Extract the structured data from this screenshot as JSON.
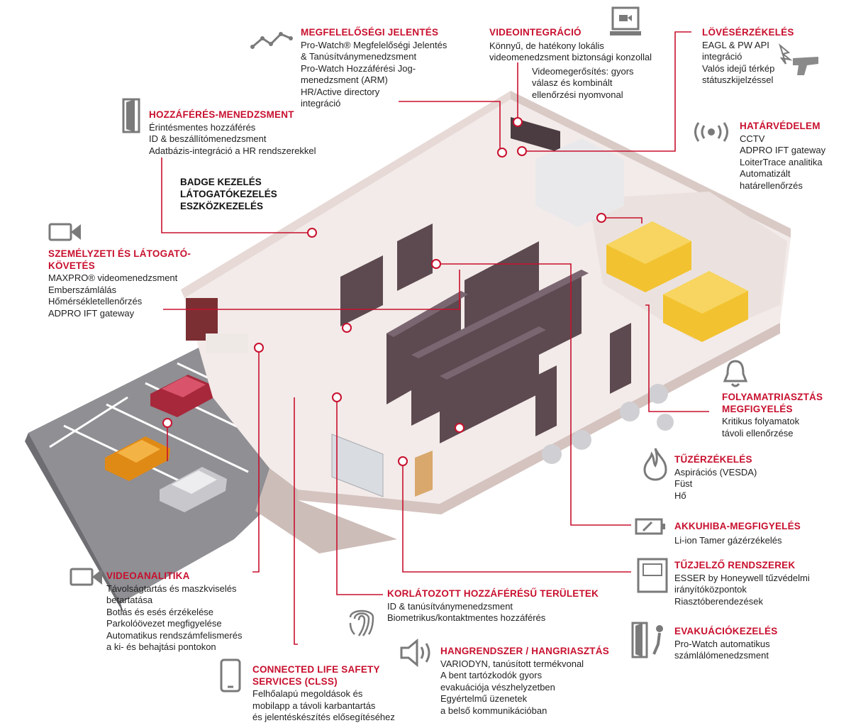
{
  "colors": {
    "accent": "#c8102e",
    "text": "#222222",
    "floor": "#f3ebe9",
    "wall": "#e6d9d6",
    "rack": "#5c4a50",
    "asphalt": "#8f8f94",
    "generator": "#f2c230",
    "icon": "#7a7a7a"
  },
  "callouts": {
    "megfeleloseg": {
      "title": "MEGFELELŐSÉGI JELENTÉS",
      "lines": [
        "Pro-Watch® Megfelelőségi Jelentés",
        "& Tanúsítványmenedzsment",
        "Pro-Watch Hozzáférési Jog-",
        "menedzsment (ARM)",
        "HR/Active directory",
        "integráció"
      ]
    },
    "videointegracio": {
      "title": "VIDEOINTEGRÁCIÓ",
      "lines": [
        "Könnyű, de hatékony lokális",
        "videomenedzsment biztonsági konzollal"
      ],
      "sublines": [
        "Videomegerősítés: gyors",
        "válasz és kombinált",
        "ellenőrzési nyomvonal"
      ]
    },
    "loves": {
      "title": "LÖVÉSÉRZÉKELÉS",
      "lines": [
        "EAGL & PW API",
        "integráció",
        "Valós idejű térkép",
        "státuszkijelzéssel"
      ]
    },
    "hozzaferes": {
      "title": "HOZZÁFÉRÉS-MENEDZSMENT",
      "lines": [
        "Érintésmentes hozzáférés",
        "ID & beszállítómenedzsment",
        "Adatbázis-integráció a HR rendszerekkel"
      ]
    },
    "badge": {
      "lines": [
        "BADGE KEZELÉS",
        "LÁTOGATÓKEZELÉS",
        "ESZKÖZKEZELÉS"
      ]
    },
    "hatar": {
      "title": "HATÁRVÉDELEM",
      "lines": [
        "CCTV",
        "ADPRO IFT gateway",
        "LoiterTrace analitika",
        "Automatizált",
        "határellenőrzés"
      ]
    },
    "szemelyzeti": {
      "title": "SZEMÉLYZETI ÉS LÁTOGATÓ-\nKÖVETÉS",
      "lines": [
        "MAXPRO® videomenedzsment",
        "Emberszámlálás",
        "Hőmérsékletellenőrzés",
        "ADPRO IFT gateway"
      ]
    },
    "folyamat": {
      "title": "FOLYAMATRIASZTÁS\nMEGFIGYELÉS",
      "lines": [
        "Kritikus folyamatok",
        "távoli ellenőrzése"
      ]
    },
    "tuz": {
      "title": "TŰZÉRZÉKELÉS",
      "lines": [
        "Aspirációs (VESDA)",
        "Füst",
        "Hő"
      ]
    },
    "akku": {
      "title": "AKKUHIBA-MEGFIGYELÉS",
      "lines": [
        "Li-ion Tamer gázérzékelés"
      ]
    },
    "tuzjelzo": {
      "title": "TŰZJELZŐ RENDSZEREK",
      "lines": [
        "ESSER by Honeywell tűzvédelmi",
        "irányítóközpontok",
        "Riasztóberendezések"
      ]
    },
    "videoanalitika": {
      "title": "VIDEOANALITIKA",
      "lines": [
        "Távolságtartás és maszkviselés",
        "betartatása",
        "Botlás és esés érzékelése",
        "Parkolóövezet megfigyelése",
        "Automatikus rendszámfelismerés",
        "a ki- és behajtási pontokon"
      ]
    },
    "korlatozott": {
      "title": "KORLÁTOZOTT HOZZÁFÉRÉSŰ TERÜLETEK",
      "lines": [
        "ID & tanúsítványmenedzsment",
        "Biometrikus/kontaktmentes hozzáférés"
      ]
    },
    "evakuacio": {
      "title": "EVAKUÁCIÓKEZELÉS",
      "lines": [
        "Pro-Watch automatikus",
        "számlálómenedzsment"
      ]
    },
    "hangrendszer": {
      "title": "HANGRENDSZER / HANGRIASZTÁS",
      "lines": [
        "VARIODYN, tanúsított termékvonal",
        "A bent tartózkodók gyors",
        "evakuációja vészhelyzetben",
        "Egyértelmű üzenetek",
        "a belső kommunikációban"
      ]
    },
    "clss": {
      "title": "CONNECTED LIFE SAFETY\nSERVICES (CLSS)",
      "lines": [
        "Felhőalapú megoldások és",
        "mobilapp a távoli karbantartás",
        "és jelentéskészítés elősegítéséhez"
      ]
    }
  }
}
